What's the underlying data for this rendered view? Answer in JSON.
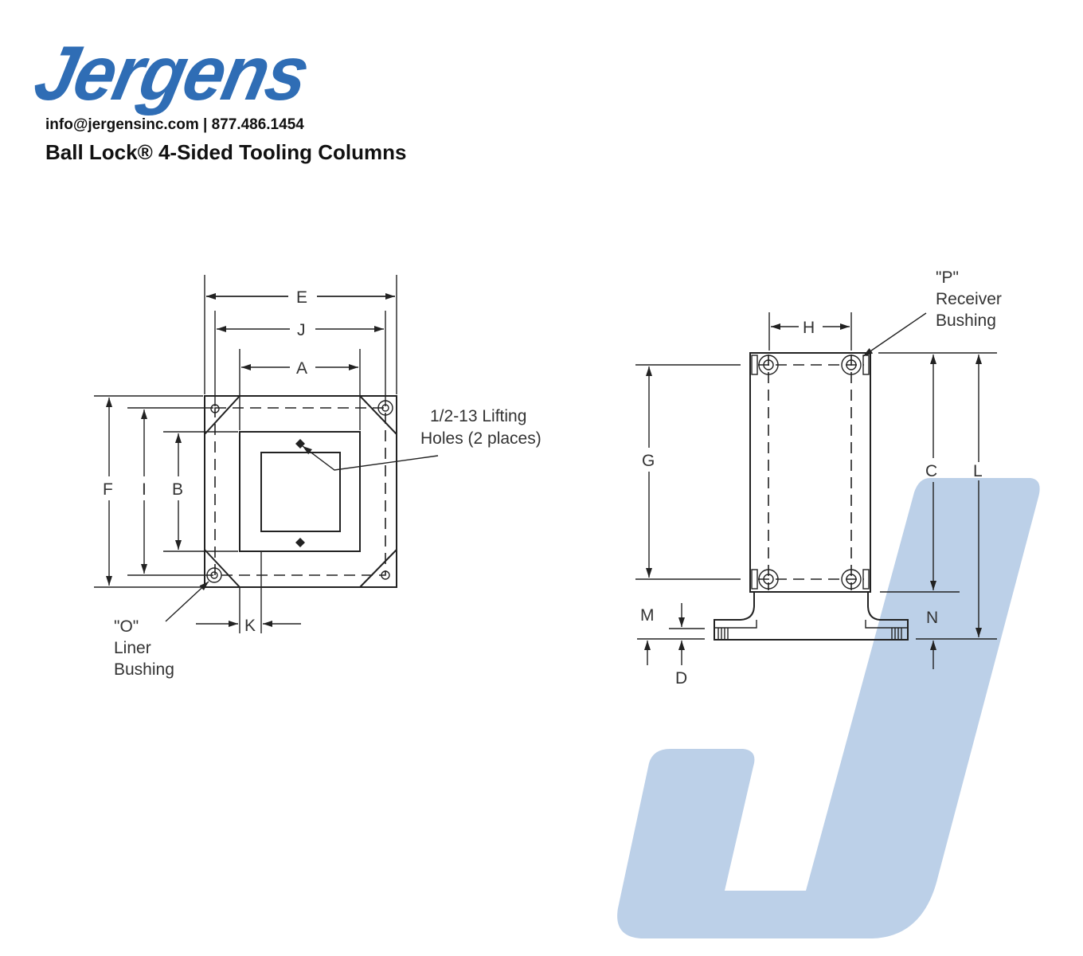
{
  "header": {
    "logo_text": "Jergens",
    "contact": "info@jergensinc.com | 877.486.1454",
    "title": "Ball Lock® 4-Sided Tooling Columns"
  },
  "top_view": {
    "labels": {
      "E": "E",
      "J": "J",
      "A": "A",
      "F": "F",
      "I": "I",
      "B": "B",
      "K": "K"
    },
    "lifting_holes": [
      "1/2-13 Lifting",
      "Holes (2 places)"
    ],
    "liner_bushing": [
      "\"O\"",
      "Liner",
      "Bushing"
    ]
  },
  "side_view": {
    "labels": {
      "H": "H",
      "G": "G",
      "C": "C",
      "L": "L",
      "M": "M",
      "N": "N",
      "D": "D"
    },
    "receiver_bushing": [
      "\"P\"",
      "Receiver",
      "Bushing"
    ]
  },
  "colors": {
    "brand": "#2f6db5",
    "watermark": "#bcd0e8",
    "line": "#222222"
  }
}
